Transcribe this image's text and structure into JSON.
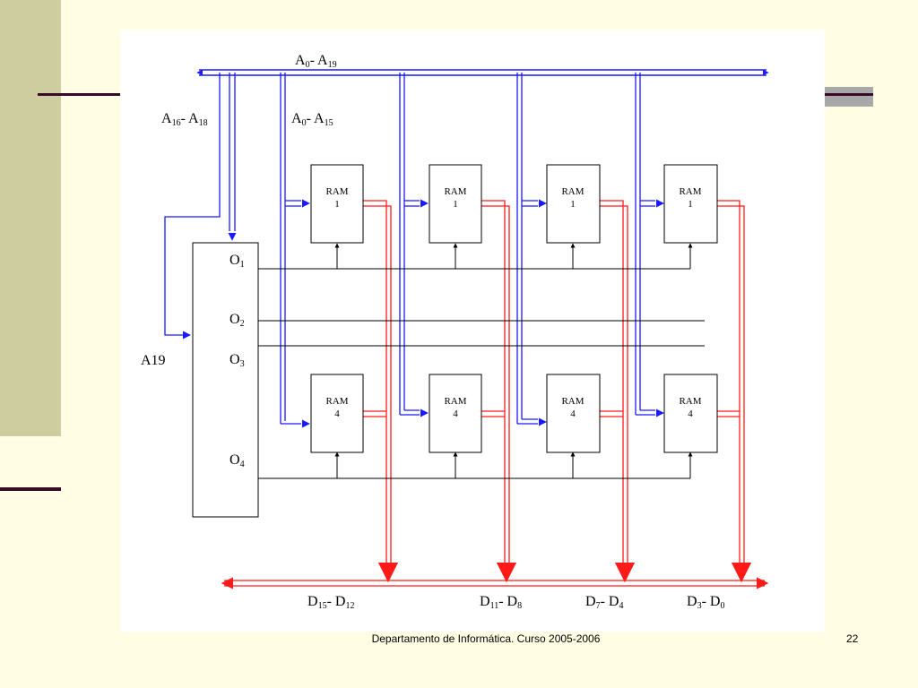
{
  "slide": {
    "footer_text": "Departamento de Informática. Curso 2005-2006",
    "page_number": "22"
  },
  "diagram": {
    "address_bus": {
      "main": "A",
      "sub0": "0",
      "sep": "- A",
      "sub1": "19"
    },
    "high_address": {
      "main": "A",
      "sub0": "16",
      "sep": "- A",
      "sub1": "18"
    },
    "low_address": {
      "main": "A",
      "sub0": "0",
      "sep": "- A",
      "sub1": "15"
    },
    "select_input": "A19",
    "decoder_outputs": [
      {
        "main": "O",
        "sub": "1"
      },
      {
        "main": "O",
        "sub": "2"
      },
      {
        "main": "O",
        "sub": "3"
      },
      {
        "main": "O",
        "sub": "4"
      }
    ],
    "ram_label": "RAM",
    "ram_row_top_index": "1",
    "ram_row_bottom_index": "4",
    "data_buses": [
      {
        "main": "D",
        "sub0": "15",
        "sep": "- D",
        "sub1": "12"
      },
      {
        "main": "D",
        "sub0": "11",
        "sep": "- D",
        "sub1": "8"
      },
      {
        "main": "D",
        "sub0": "7",
        "sep": "- D",
        "sub1": "4"
      },
      {
        "main": "D",
        "sub0": "3",
        "sep": "- D",
        "sub1": "0"
      }
    ],
    "colors": {
      "address": "#1A1AFF",
      "data": "#FF1A1A",
      "wire": "#000000"
    }
  }
}
